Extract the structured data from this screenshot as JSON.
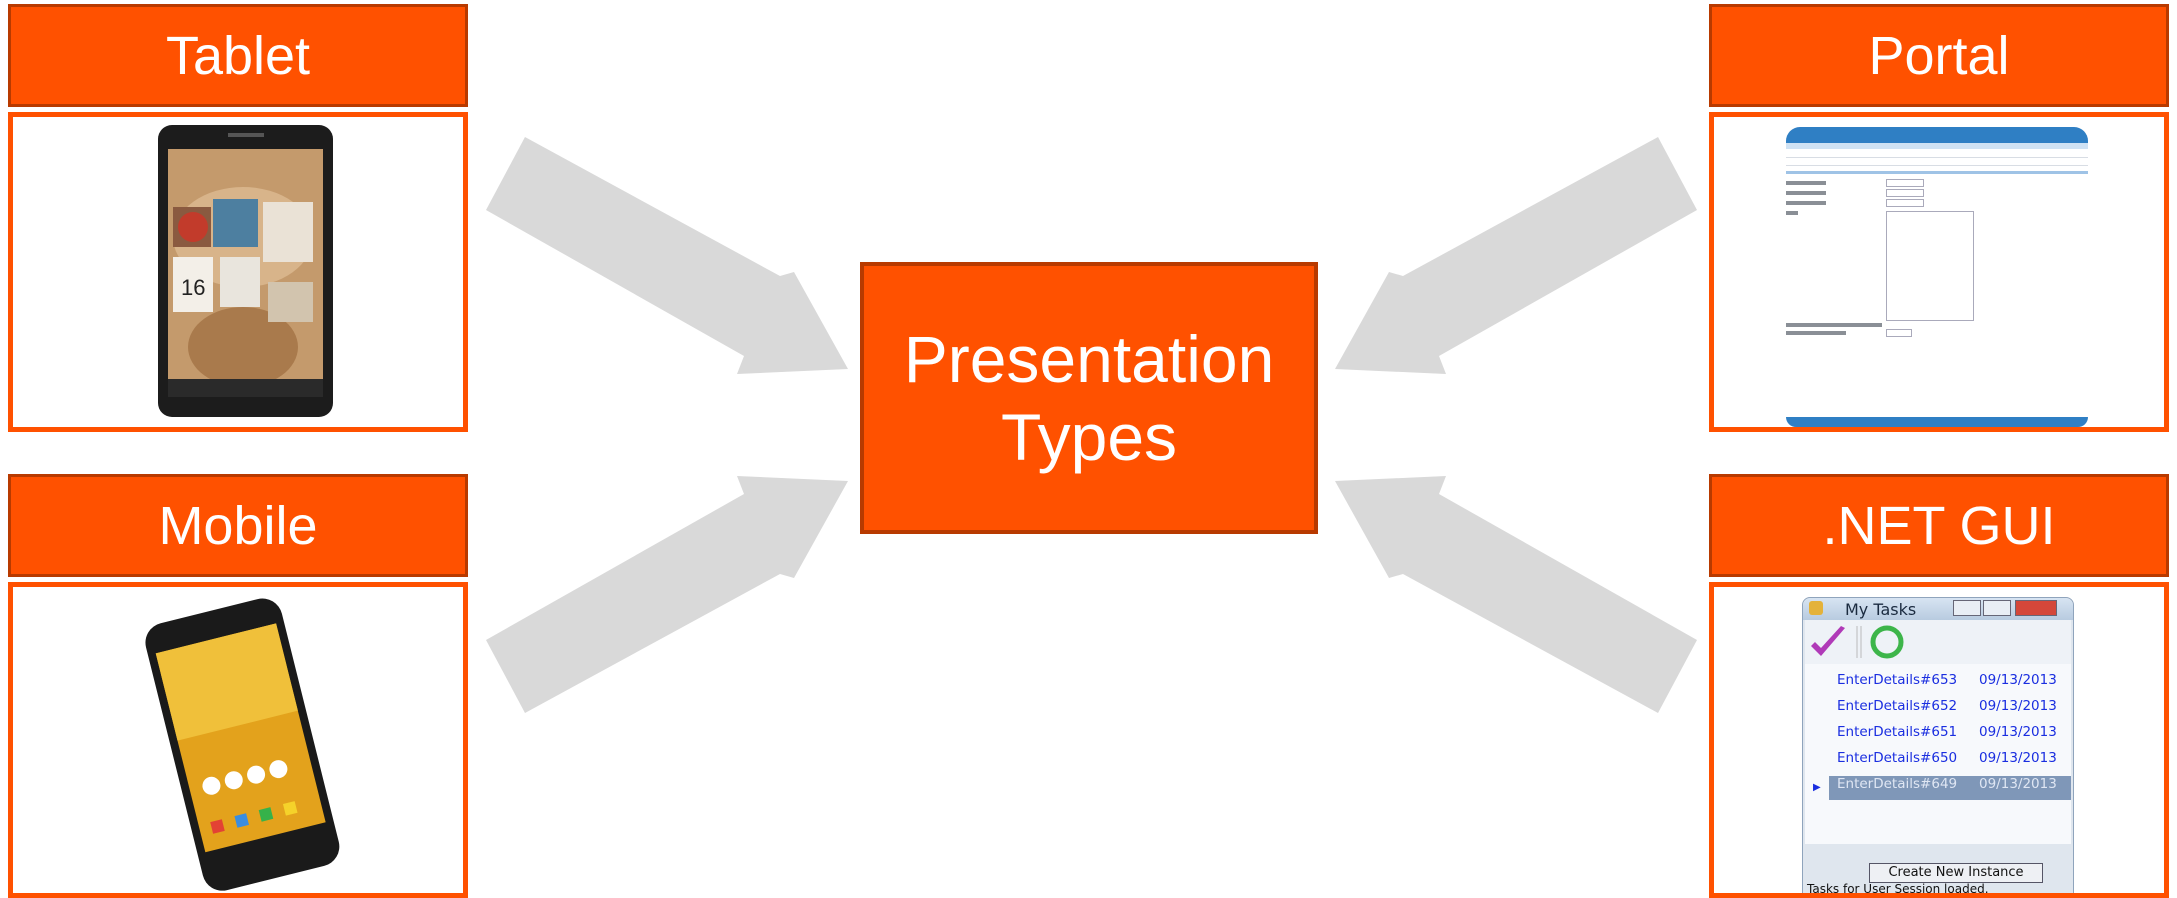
{
  "center": {
    "line1": "Presentation",
    "line2": "Types"
  },
  "boxes": {
    "tablet": {
      "label": "Tablet"
    },
    "mobile": {
      "label": "Mobile"
    },
    "portal": {
      "label": "Portal"
    },
    "netgui": {
      "label": ".NET GUI"
    }
  },
  "tablet_screen": {
    "day": "16"
  },
  "net_window": {
    "title": "My Tasks",
    "tasks": [
      {
        "name": "EnterDetails#653",
        "date": "09/13/2013"
      },
      {
        "name": "EnterDetails#652",
        "date": "09/13/2013"
      },
      {
        "name": "EnterDetails#651",
        "date": "09/13/2013"
      },
      {
        "name": "EnterDetails#650",
        "date": "09/13/2013"
      },
      {
        "name": "EnterDetails#649",
        "date": "09/13/2013"
      }
    ],
    "create_button": "Create New Instance",
    "status": "Tasks for User Session loaded."
  },
  "colors": {
    "accent": "#ff5100",
    "arrow": "#d9d9d9"
  }
}
